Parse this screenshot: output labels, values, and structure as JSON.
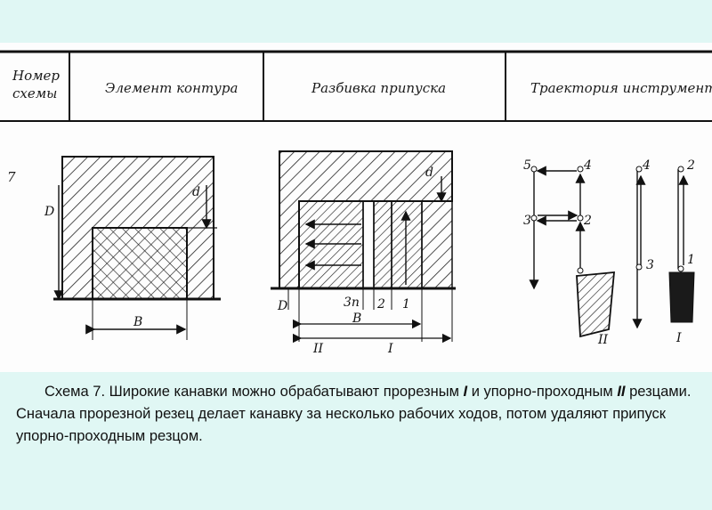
{
  "table": {
    "headers": [
      "Номер схемы",
      "Элемент контура",
      "Разбивка припуска",
      "Траектория инструмента"
    ],
    "header_col0_line1": "Номер",
    "header_col0_line2": "схемы",
    "row_number": "7"
  },
  "diagram": {
    "element_labels": {
      "depth": "D",
      "d": "d",
      "width": "B"
    },
    "allowance_labels": {
      "d": "d",
      "D": "D",
      "zp": "3п",
      "two": "2",
      "one": "1",
      "B": "B",
      "II": "II",
      "I": "I"
    },
    "trajectory_labels": {
      "p5": "5",
      "p4": "4",
      "p3": "3",
      "p2": "2",
      "q4": "4",
      "q2": "2",
      "q3": "3",
      "q1": "1",
      "toolII": "II",
      "toolI": "I"
    }
  },
  "caption": {
    "part1": "Схема 7. Широкие канавки можно обрабатывают прорезным ",
    "roman1": "I",
    "part2": " и упорно-проходным ",
    "roman2": "II",
    "part3": " резцами. Сначала прорезной резец делает канавку за несколько рабочих ходов, потом удаляют припуск упорно-проходным резцом."
  }
}
